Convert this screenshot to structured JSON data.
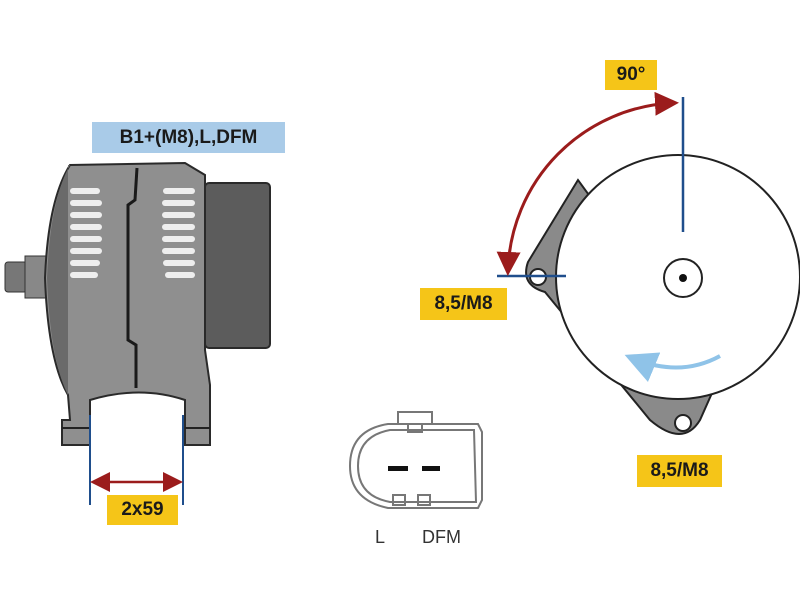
{
  "labels": {
    "connections": "B1+(M8),L,DFM",
    "angle": "90°",
    "mount_left": "8,5/M8",
    "mount_bottom": "8,5/M8",
    "foot_spacing": "2x59",
    "plug_pin_l": "L",
    "plug_pin_dfm": "DFM"
  },
  "colors": {
    "label_yellow": "#f5c518",
    "label_blue": "#a9cbe8",
    "body_gray": "#8a8a8a",
    "dim_red": "#9b1c1c",
    "dim_blue": "#1f4e8c",
    "rotation_arrow": "#8fc3e8"
  }
}
